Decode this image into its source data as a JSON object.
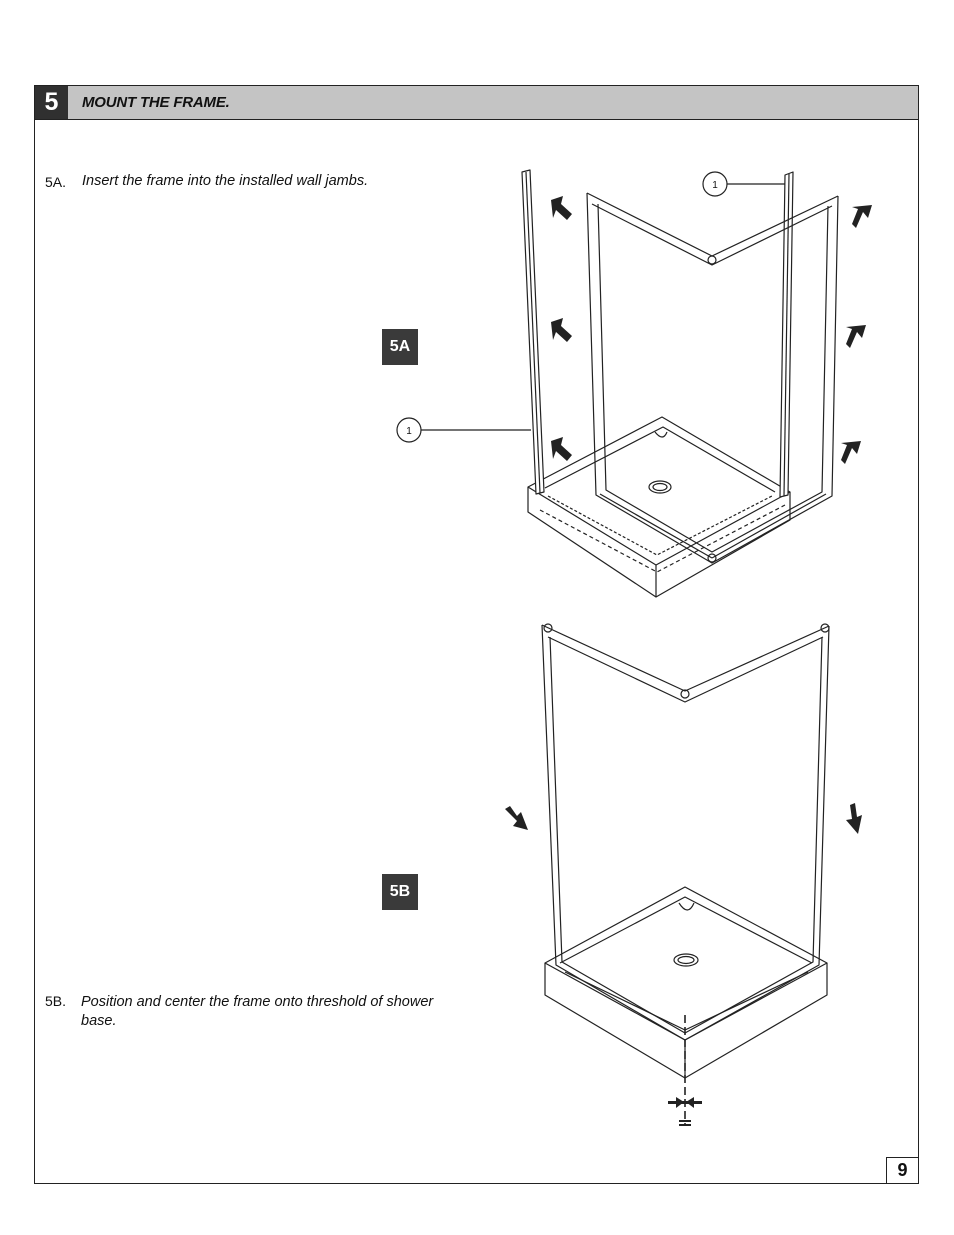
{
  "step": {
    "number": "5",
    "title": "MOUNT THE FRAME."
  },
  "substeps": [
    {
      "label": "5A.",
      "text": "Insert the frame into the installed wall jambs.",
      "badge": "5A"
    },
    {
      "label": "5B.",
      "text_line1": "Position and center the frame onto threshold of shower",
      "text_line2": "base.",
      "badge": "5B"
    }
  ],
  "callouts": [
    "1",
    "1"
  ],
  "page_number": "9"
}
